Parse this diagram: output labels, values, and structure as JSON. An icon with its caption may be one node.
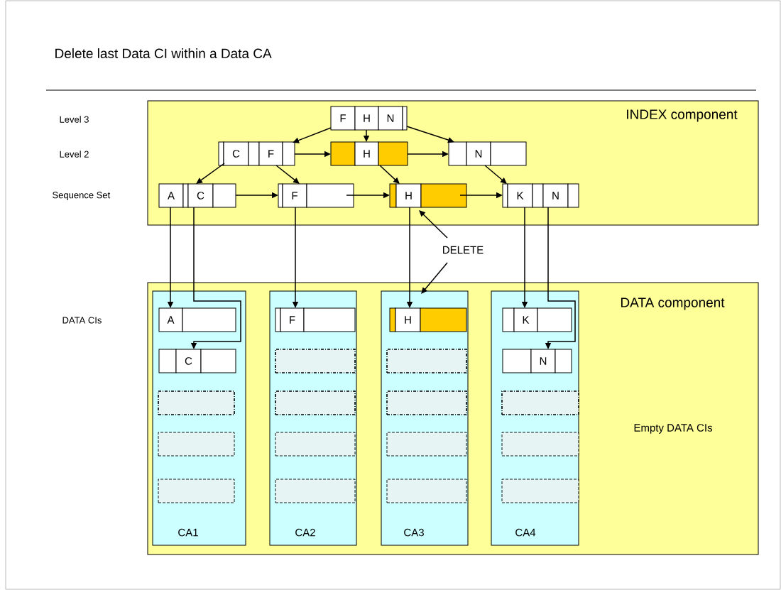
{
  "diagram": {
    "title": "Delete last Data CI within a Data CA",
    "nodes": [
      {
        "text": [
          "INDEX component"
        ]
      },
      {
        "text": [
          "F",
          "H",
          "N"
        ],
        "in": 0
      },
      {
        "text": [
          "C",
          "F"
        ],
        "in": 0
      },
      {
        "text": [
          "H"
        ],
        "in": 0
      },
      {
        "text": [
          "N"
        ],
        "in": 0
      },
      {
        "text": [
          "A",
          "C"
        ],
        "in": 0
      },
      {
        "text": [
          "F"
        ],
        "in": 0
      },
      {
        "text": [
          "H"
        ],
        "in": 0
      },
      {
        "text": [
          "K",
          "N"
        ],
        "in": 0
      },
      {
        "text": [
          "DATA component",
          "Empty DATA CIs"
        ]
      },
      {
        "text": [
          "CA1"
        ],
        "in": 9
      },
      {
        "text": [
          "CA2"
        ],
        "in": 9
      },
      {
        "text": [
          "CA3"
        ],
        "in": 9
      },
      {
        "text": [
          "CA4"
        ],
        "in": 9
      },
      {
        "text": [
          "A"
        ],
        "in": 10
      },
      {
        "text": [
          "C"
        ],
        "in": 10
      },
      {
        "text": [],
        "shape": "box",
        "in": 10
      },
      {
        "text": [],
        "shape": "box",
        "in": 10
      },
      {
        "text": [],
        "shape": "box",
        "in": 10
      },
      {
        "text": [
          "F"
        ],
        "in": 11
      },
      {
        "text": [],
        "shape": "box",
        "in": 11
      },
      {
        "text": [],
        "shape": "box",
        "in": 11
      },
      {
        "text": [],
        "shape": "box",
        "in": 11
      },
      {
        "text": [],
        "shape": "box",
        "in": 11
      },
      {
        "text": [
          "H"
        ],
        "in": 12
      },
      {
        "text": [],
        "shape": "box",
        "in": 12
      },
      {
        "text": [],
        "shape": "box",
        "in": 12
      },
      {
        "text": [],
        "shape": "box",
        "in": 12
      },
      {
        "text": [],
        "shape": "box",
        "in": 12
      },
      {
        "text": [
          "K"
        ],
        "in": 13
      },
      {
        "text": [
          "N"
        ],
        "in": 13
      },
      {
        "text": [],
        "shape": "box",
        "in": 13
      },
      {
        "text": [],
        "shape": "box",
        "in": 13
      },
      {
        "text": [],
        "shape": "box",
        "in": 13
      },
      {
        "text": [
          "DELETE"
        ]
      }
    ],
    "edges": [
      {
        "from": 1,
        "to": 2,
        "arrow": "to"
      },
      {
        "from": 1,
        "to": 3,
        "arrow": "to"
      },
      {
        "from": 1,
        "to": 4,
        "arrow": "to"
      },
      {
        "from": 2,
        "to": 3,
        "arrow": "to"
      },
      {
        "from": 3,
        "to": 4,
        "arrow": "to"
      },
      {
        "from": 2,
        "to": 5,
        "arrow": "to"
      },
      {
        "from": 2,
        "to": 6,
        "arrow": "to"
      },
      {
        "from": 3,
        "to": 7,
        "arrow": "to"
      },
      {
        "from": 4,
        "to": 8,
        "arrow": "to"
      },
      {
        "from": 5,
        "to": 6,
        "arrow": "to"
      },
      {
        "from": 6,
        "to": 7,
        "arrow": "to"
      },
      {
        "from": 7,
        "to": 8,
        "arrow": "to"
      },
      {
        "from": 5,
        "to": 14,
        "arrow": "to"
      },
      {
        "from": 5,
        "to": 15,
        "arrow": "to"
      },
      {
        "from": 6,
        "to": 19,
        "arrow": "to"
      },
      {
        "from": 7,
        "to": 24,
        "arrow": "to"
      },
      {
        "from": 8,
        "to": 29,
        "arrow": "to"
      },
      {
        "from": 8,
        "to": 30,
        "arrow": "to"
      },
      {
        "from": 34,
        "to": 7,
        "arrow": "to"
      },
      {
        "from": 34,
        "to": 12,
        "arrow": "to"
      }
    ],
    "labels": [
      "Level 3",
      "Level 2",
      "Sequence Set",
      "DATA CIs"
    ]
  }
}
